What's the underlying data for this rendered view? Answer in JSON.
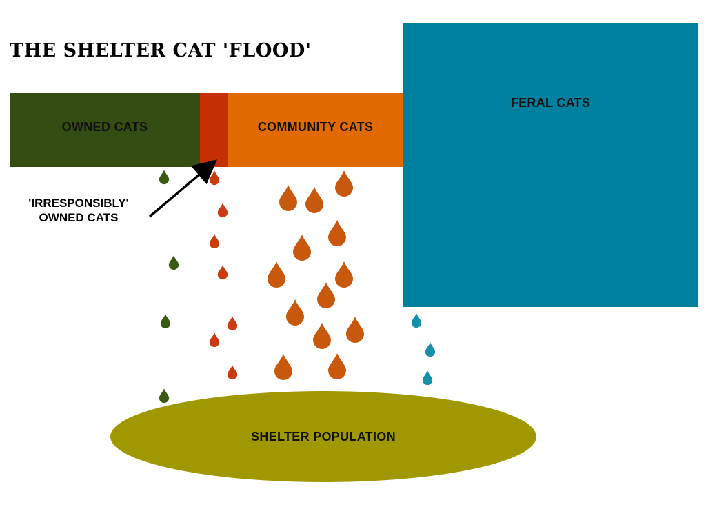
{
  "title": "THE SHELTER CAT 'FLOOD'",
  "blocks": {
    "owned": {
      "label": "OWNED CATS",
      "color": "#334d12"
    },
    "irresponsibly_owned": {
      "color": "#c62e04"
    },
    "community": {
      "label": "COMMUNITY CATS",
      "color": "#e06a00"
    },
    "feral": {
      "label": "FERAL CATS",
      "color": "#00809f"
    }
  },
  "callout": {
    "line1": "'IRRESPONSIBLY'",
    "line2": "OWNED CATS"
  },
  "pool": {
    "label": "SHELTER POPULATION",
    "color": "#a09800"
  },
  "drop_colors": {
    "owned": "#3a5a14",
    "irresponsibly_owned": "#cc3a10",
    "community": "#c8580c",
    "feral": "#1590ab"
  }
}
